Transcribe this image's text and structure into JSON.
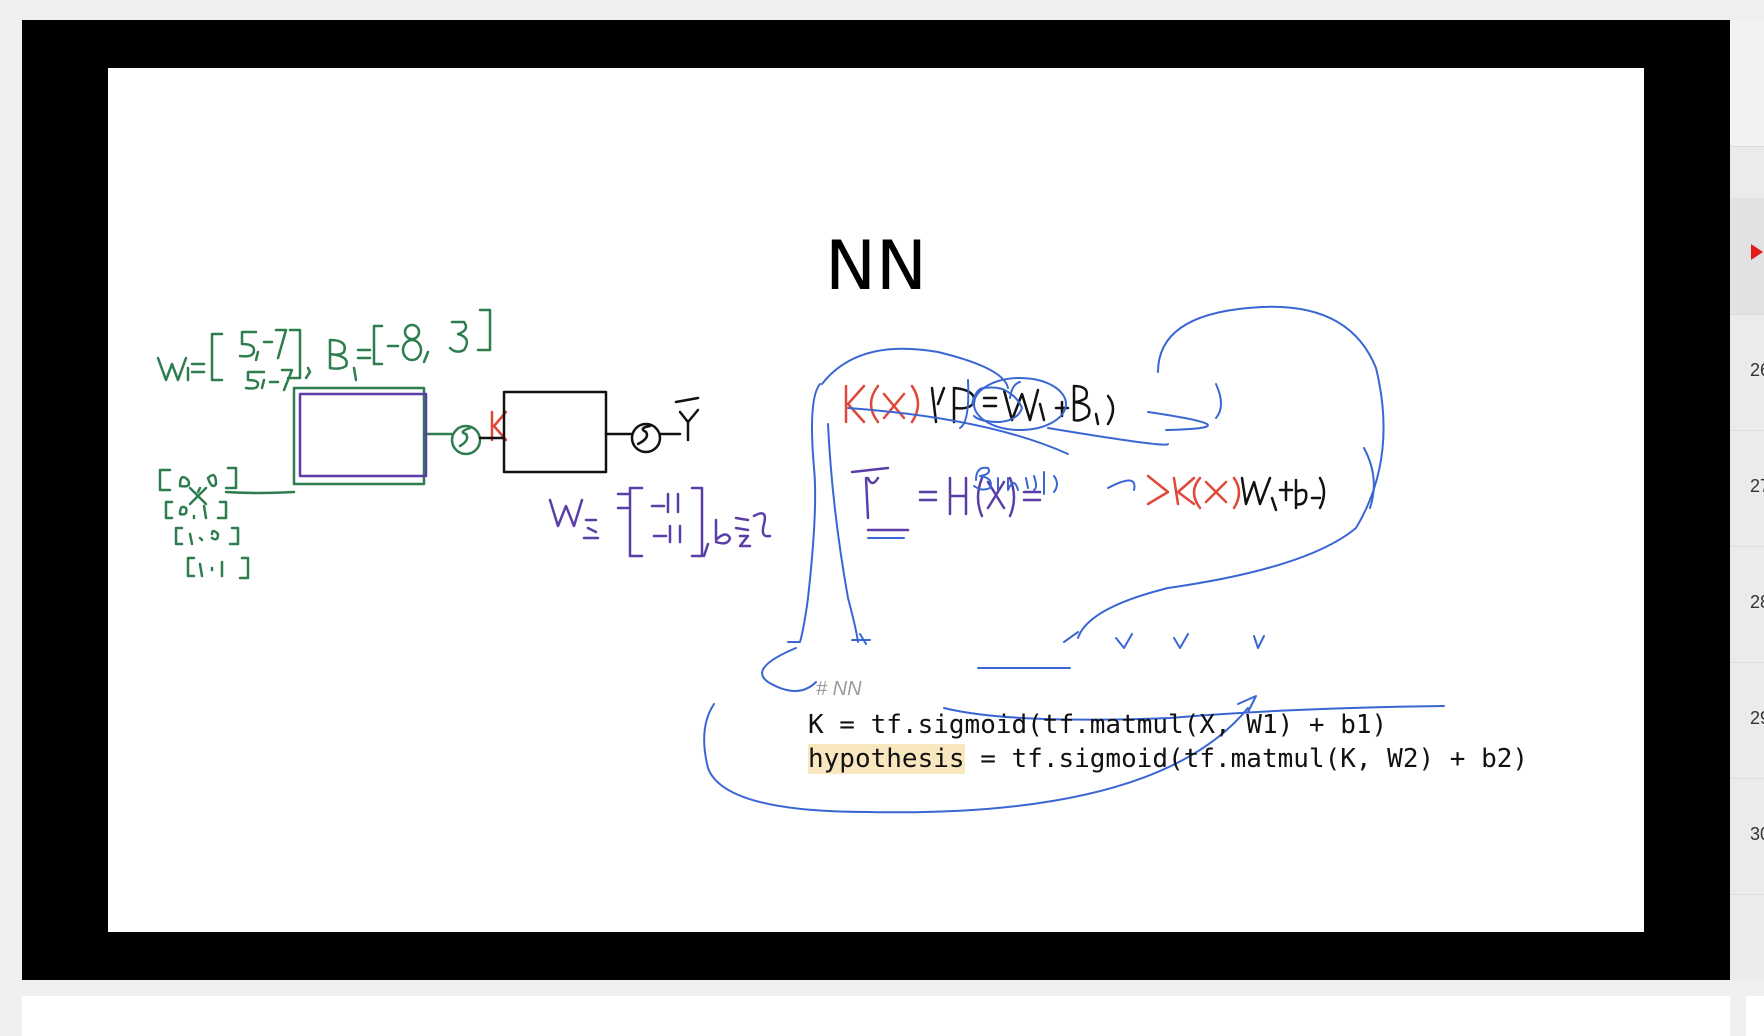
{
  "slide": {
    "title": "NN",
    "code": {
      "comment": "# NN",
      "line1_var": "K",
      "line1_rest": " = tf.sigmoid(tf.matmul(X, W1) + b1)",
      "line2_var": "hypothesis",
      "line2_rest": " = tf.sigmoid(tf.matmul(K, W2) + b2)"
    },
    "ink_colors": {
      "green": "#2e7d4f",
      "purple": "#5a3ea8",
      "red": "#e0493a",
      "blue": "#3a66d4",
      "black": "#111111"
    }
  },
  "sidebar": {
    "items": [
      {
        "number": "",
        "icon": "play-icon",
        "active": true
      },
      {
        "number": "26"
      },
      {
        "number": "27"
      },
      {
        "number": "28"
      },
      {
        "number": "29"
      },
      {
        "number": "30"
      }
    ]
  }
}
